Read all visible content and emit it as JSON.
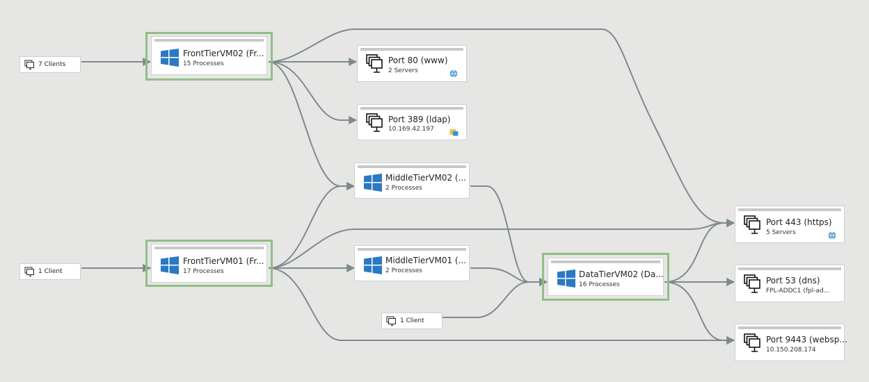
{
  "clients": [
    {
      "id": "c7",
      "label": "7 Clients"
    },
    {
      "id": "c1a",
      "label": "1 Client"
    },
    {
      "id": "c1b",
      "label": "1 Client"
    }
  ],
  "machines": [
    {
      "id": "ft02",
      "title": "FrontTierVM02 (Fr...",
      "sub": "15 Processes",
      "selected": true,
      "icon": "windows-icon"
    },
    {
      "id": "ft01",
      "title": "FrontTierVM01 (Fr...",
      "sub": "17 Processes",
      "selected": true,
      "icon": "windows-icon"
    },
    {
      "id": "mt02",
      "title": "MiddleTierVM02 (...",
      "sub": "2 Processes",
      "selected": false,
      "icon": "windows-icon"
    },
    {
      "id": "mt01",
      "title": "MiddleTierVM01 (...",
      "sub": "2 Processes",
      "selected": false,
      "icon": "windows-icon"
    },
    {
      "id": "dt02",
      "title": "DataTierVM02 (Da...",
      "sub": "16 Processes",
      "selected": true,
      "icon": "windows-icon"
    }
  ],
  "ports": [
    {
      "id": "p80",
      "title": "Port 80 (www)",
      "sub": "2 Servers",
      "icon": "server-group-icon",
      "badge": "globe-icon"
    },
    {
      "id": "p389",
      "title": "Port 389 (ldap)",
      "sub": "10.169.42.197",
      "icon": "server-group-icon",
      "badge": "directory-icon"
    },
    {
      "id": "p443",
      "title": "Port 443 (https)",
      "sub": "5 Servers",
      "icon": "server-group-icon",
      "badge": "globe-icon"
    },
    {
      "id": "p53",
      "title": "Port 53 (dns)",
      "sub": "FPL-ADDC1 (fpl-ad...",
      "icon": "server-group-icon",
      "badge": ""
    },
    {
      "id": "p9443",
      "title": "Port 9443 (websp...",
      "sub": "10.150.208.174",
      "icon": "server-group-icon",
      "badge": ""
    }
  ],
  "colors": {
    "background": "#e6e6e5",
    "link": "#7f8a8d",
    "selected_border": "#8fbf85",
    "windows": "#2b79c2"
  }
}
